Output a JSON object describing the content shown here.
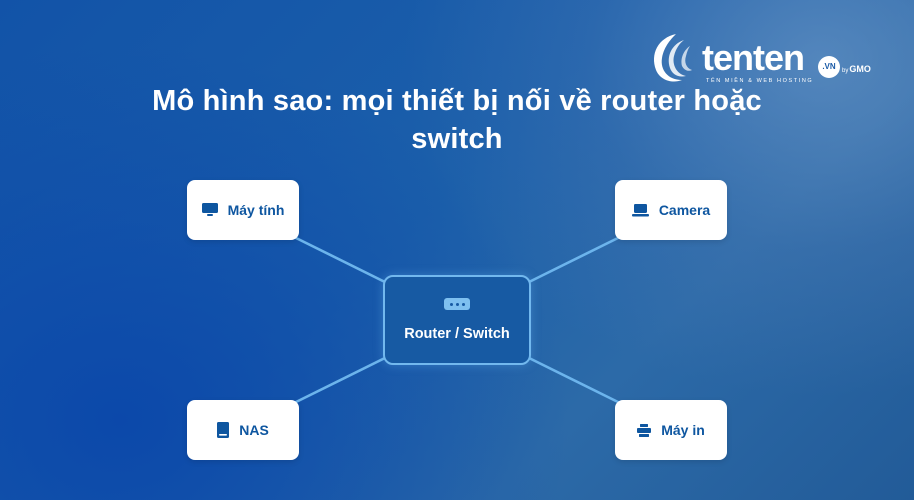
{
  "title": "Mô hình sao: mọi thiết bị nối về router hoặc switch",
  "logo": {
    "wordmark": "tenten",
    "domain_badge": ".VN",
    "by_label": "by",
    "gmo": "GMO",
    "tagline": "TÊN MIỀN & WEB HOSTING"
  },
  "hub": {
    "label": "Router / Switch",
    "icon": "router-icon"
  },
  "devices": [
    {
      "label": "Máy tính",
      "icon": "monitor-icon"
    },
    {
      "label": "Camera",
      "icon": "laptop-icon"
    },
    {
      "label": "NAS",
      "icon": "nas-drive-icon"
    },
    {
      "label": "Máy in",
      "icon": "printer-icon"
    }
  ],
  "colors": {
    "background": "#1b5faa",
    "connector": "#6cb4ec",
    "card_text": "#0e56a0",
    "hub_fill": "#175aa3",
    "hub_border": "#72b8ee"
  }
}
